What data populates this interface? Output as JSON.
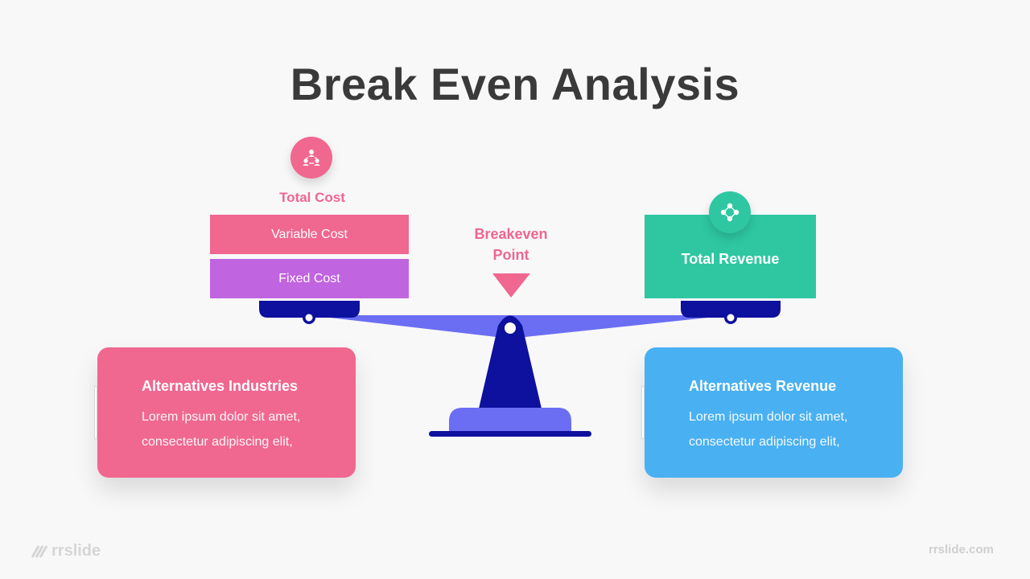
{
  "title": "Break Even Analysis",
  "total_cost": {
    "heading": "Total Cost",
    "icon": "team-network-icon",
    "items": [
      {
        "label": "Variable Cost",
        "color": "#f0678f"
      },
      {
        "label": "Fixed Cost",
        "color": "#c064e0"
      }
    ]
  },
  "breakeven": {
    "line1": "Breakeven",
    "line2": "Point",
    "color": "#ef6690"
  },
  "total_revenue": {
    "label": "Total Revenue",
    "icon": "diamond-nodes-icon",
    "color": "#2ec7a2"
  },
  "cards": [
    {
      "title": "Alternatives Industries",
      "line1": "Lorem ipsum dolor sit amet,",
      "line2": "consectetur adipiscing elit,",
      "color": "#f0678f"
    },
    {
      "title": "Alternatives Revenue",
      "line1": "Lorem ipsum dolor sit amet,",
      "line2": "consectetur adipiscing elit,",
      "color": "#49b0f2"
    }
  ],
  "colors": {
    "scale_dark": "#0e109e",
    "scale_light": "#6b6ef3"
  },
  "branding": {
    "left": "rrslide",
    "right": "rrslide.com"
  }
}
